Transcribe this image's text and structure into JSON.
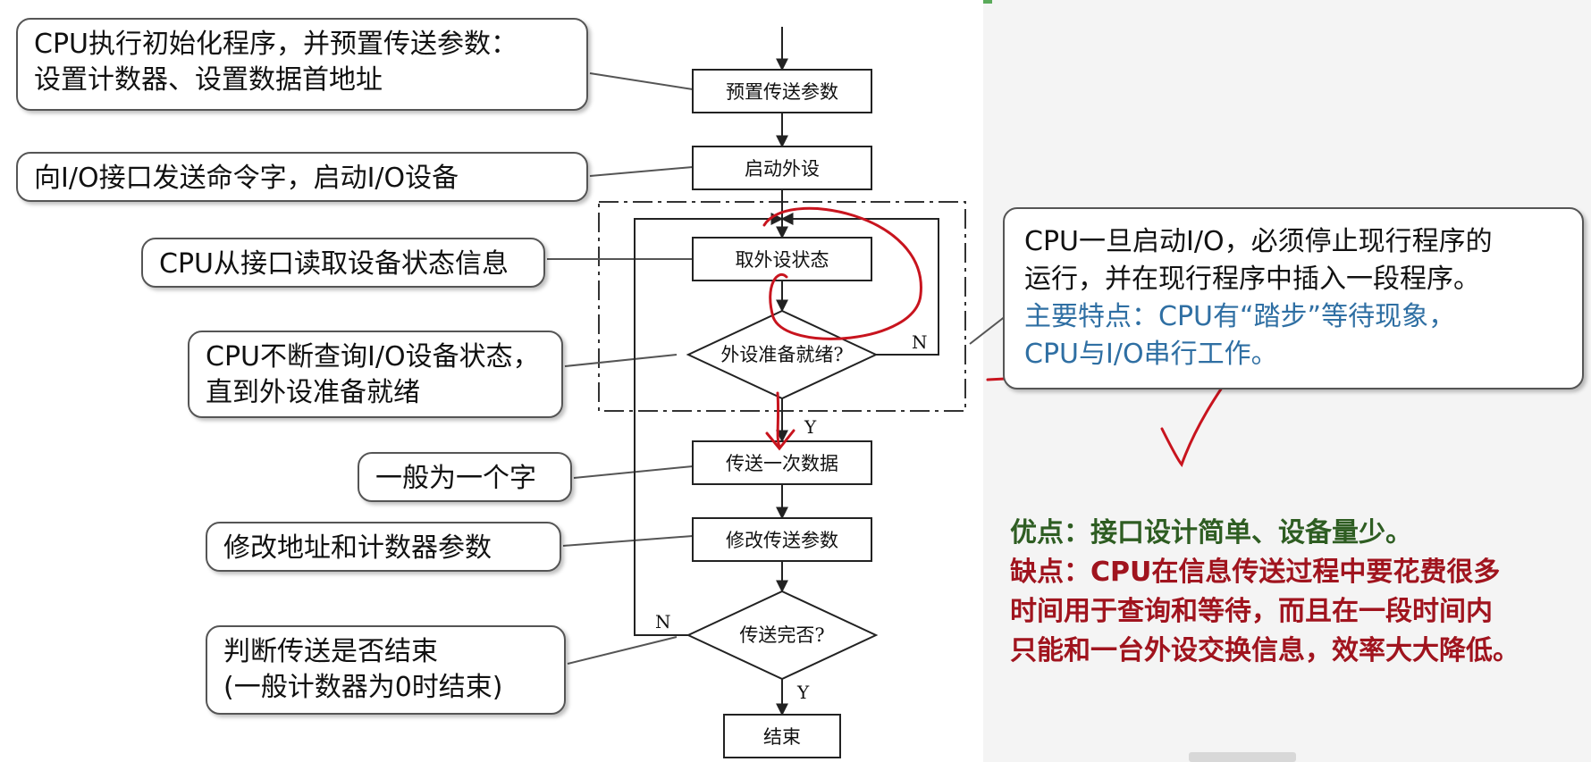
{
  "flow": {
    "nodes": {
      "preset": "预置传送参数",
      "start_device": "启动外设",
      "get_status": "取外设状态",
      "ready_q": "外设准备就绪?",
      "transfer_once": "传送一次数据",
      "modify_params": "修改传送参数",
      "done_q": "传送完否?",
      "end": "结束"
    },
    "branch_labels": {
      "ready_no": "N",
      "ready_yes": "Y",
      "done_no": "N",
      "done_yes": "Y"
    }
  },
  "callouts": {
    "preset": [
      "CPU执行初始化程序，并预置传送参数：",
      "设置计数器、设置数据首地址"
    ],
    "start_device": [
      "向I/O接口发送命令字，启动I/O设备"
    ],
    "get_status": [
      "CPU从接口读取设备状态信息"
    ],
    "poll": [
      "CPU不断查询I/O设备状态，",
      "直到外设准备就绪"
    ],
    "transfer": [
      "一般为一个字"
    ],
    "modify": [
      "修改地址和计数器参数"
    ],
    "done": [
      "判断传送是否结束",
      "(一般计数器为0时结束)"
    ]
  },
  "note": {
    "line1": "CPU一旦启动I/O，必须停止现行程序的",
    "line2": "运行，并在现行程序中插入一段程序。",
    "line3": "主要特点：CPU有“踏步”等待现象，",
    "line4": "CPU与I/O串行工作。"
  },
  "pros_cons": {
    "pros": "优点：接口设计简单、设备量少。",
    "cons_line1": "缺点：CPU在信息传送过程中要花费很多",
    "cons_line2": "时间用于查询和等待，而且在一段时间内",
    "cons_line3": "只能和一台外设交换信息，效率大大降低。"
  },
  "colors": {
    "pros": "#2e5d22",
    "cons": "#a0141e",
    "note_blue": "#2f6fa3",
    "annotation_red": "#c8141e",
    "top_strip": [
      "#5b86c4",
      "#d86a4a",
      "#9a9a9a",
      "#e0b84a",
      "#7a7ac4",
      "#5aaa5a"
    ]
  },
  "icons": {
    "handwritten_annotations": "red-pen-loops-and-checkmark"
  }
}
